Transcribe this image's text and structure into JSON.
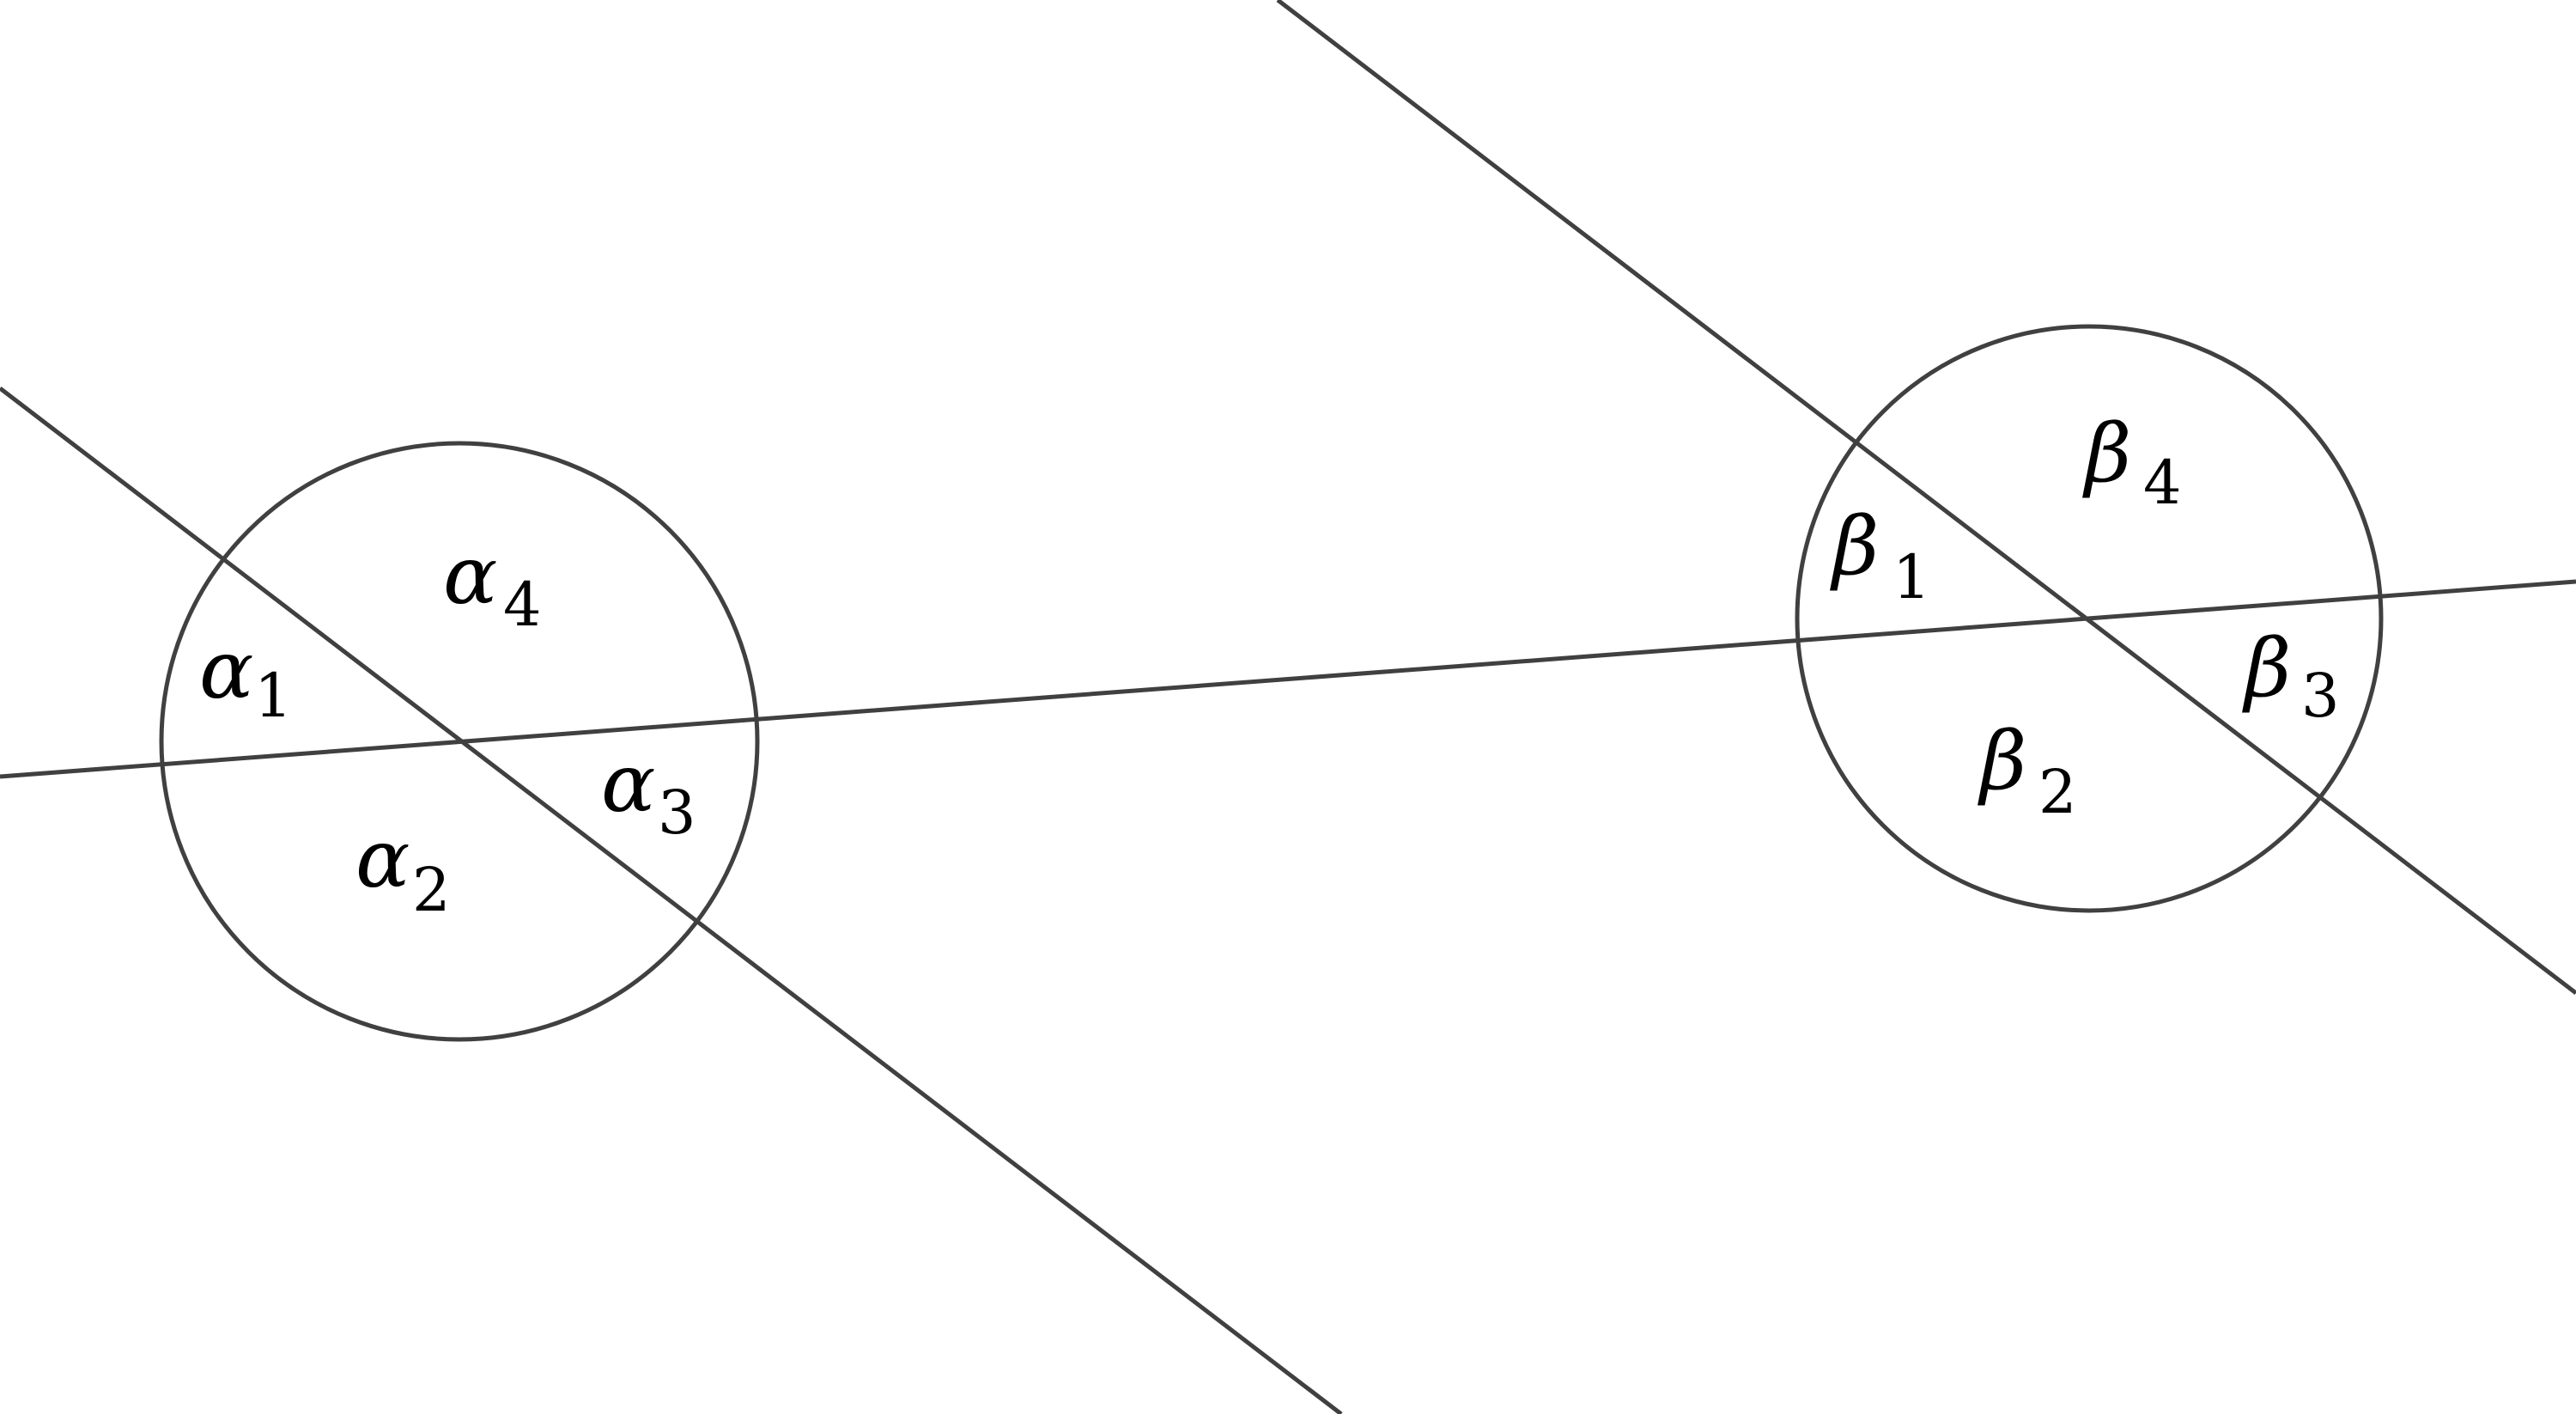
{
  "diagram": {
    "stroke_color": "#404040",
    "text_color": "#000000",
    "background": "#ffffff",
    "left_group": {
      "labels": [
        {
          "symbol": "α",
          "sub": "1"
        },
        {
          "symbol": "α",
          "sub": "2"
        },
        {
          "symbol": "α",
          "sub": "3"
        },
        {
          "symbol": "α",
          "sub": "4"
        }
      ]
    },
    "right_group": {
      "labels": [
        {
          "symbol": "β",
          "sub": "1"
        },
        {
          "symbol": "β",
          "sub": "2"
        },
        {
          "symbol": "β",
          "sub": "3"
        },
        {
          "symbol": "β",
          "sub": "4"
        }
      ]
    }
  }
}
